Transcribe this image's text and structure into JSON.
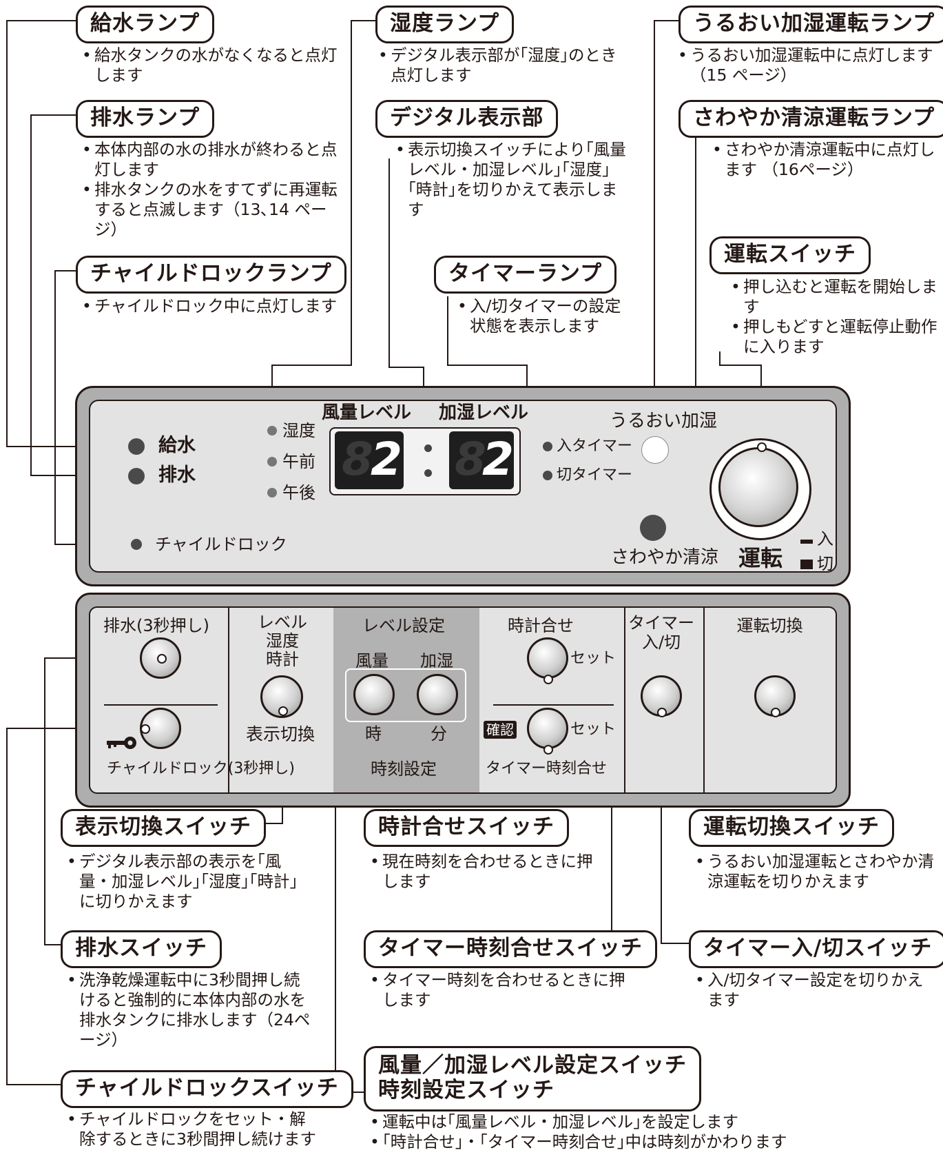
{
  "callouts": {
    "water_supply_lamp": {
      "title": "給水ランプ",
      "lines": [
        "給水タンクの水がなくなると点灯します"
      ]
    },
    "drain_lamp": {
      "title": "排水ランプ",
      "lines": [
        "本体内部の水の排水が終わると点灯します",
        "排水タンクの水をすてずに再運転すると点滅します（13､14 ページ）"
      ]
    },
    "child_lock_lamp": {
      "title": "チャイルドロックランプ",
      "lines": [
        "チャイルドロック中に点灯します"
      ]
    },
    "humidity_lamp": {
      "title": "湿度ランプ",
      "lines": [
        "デジタル表示部が｢湿度｣のとき点灯します"
      ]
    },
    "digital_display": {
      "title": "デジタル表示部",
      "lines": [
        "表示切換スイッチにより｢風量レベル・加湿レベル｣｢湿度｣｢時計｣を切りかえて表示します"
      ]
    },
    "timer_lamp": {
      "title": "タイマーランプ",
      "lines": [
        "入/切タイマーの設定状態を表示します"
      ]
    },
    "uruoi_lamp": {
      "title": "うるおい加湿運転ランプ",
      "lines": [
        "うるおい加湿運転中に点灯します （15 ページ）"
      ]
    },
    "sawayaka_lamp": {
      "title": "さわやか清涼運転ランプ",
      "lines": [
        "さわやか清涼運転中に点灯します （16ページ）"
      ]
    },
    "operation_switch": {
      "title": "運転スイッチ",
      "lines": [
        "押し込むと運転を開始します",
        "押しもどすと運転停止動作に入ります"
      ]
    },
    "display_switch": {
      "title": "表示切換スイッチ",
      "lines": [
        "デジタル表示部の表示を｢風量・加湿レベル｣｢湿度｣｢時計｣に切りかえます"
      ]
    },
    "drain_switch": {
      "title": "排水スイッチ",
      "lines": [
        "洗浄乾燥運転中に3秒間押し続けると強制的に本体内部の水を排水タンクに排水します（24ページ）"
      ]
    },
    "child_lock_switch": {
      "title": "チャイルドロックスイッチ",
      "lines": [
        "チャイルドロックをセット・解除するときに3秒間押し続けます"
      ]
    },
    "clock_switch": {
      "title": "時計合せスイッチ",
      "lines": [
        "現在時刻を合わせるときに押します"
      ]
    },
    "timer_clock_switch": {
      "title": "タイマー時刻合せスイッチ",
      "lines": [
        "タイマー時刻を合わせるときに押します"
      ]
    },
    "level_switch": {
      "title_line1": "風量／加湿レベル設定スイッチ",
      "title_line2": "時刻設定スイッチ",
      "lines": [
        "運転中は｢風量レベル・加湿レベル｣を設定します",
        "｢時計合せ｣・｢タイマー時刻合せ｣中は時刻がかわります"
      ]
    },
    "mode_switch": {
      "title": "運転切換スイッチ",
      "lines": [
        "うるおい加湿運転とさわやか清涼運転を切りかえます"
      ]
    },
    "timer_onoff_switch": {
      "title": "タイマー入/切スイッチ",
      "lines": [
        "入/切タイマー設定を切りかえます"
      ]
    }
  },
  "top_panel": {
    "lamp_water": "給水",
    "lamp_drain": "排水",
    "lamp_child_lock": "チャイルドロック",
    "ind_humidity": "湿度",
    "ind_am": "午前",
    "ind_pm": "午後",
    "display_header_fan": "風量レベル",
    "display_header_humid": "加湿レベル",
    "display_left_digit": "2",
    "display_right_digit": "2",
    "timer_on": "入タイマー",
    "timer_off": "切タイマー",
    "uruoi_label": "うるおい加湿",
    "sawayaka_label": "さわやか清涼",
    "power_label": "運転",
    "power_on": "入",
    "power_off": "切"
  },
  "bottom_panel": {
    "drain_header": "排水(3秒押し)",
    "child_lock_footer": "チャイルドロック(3秒押し)",
    "display_header_l1": "レベル",
    "display_header_l2": "湿度",
    "display_header_l3": "時計",
    "display_footer": "表示切換",
    "level_header": "レベル設定",
    "fan": "風量",
    "humid": "加湿",
    "hour": "時",
    "minute": "分",
    "time_set_footer": "時刻設定",
    "clock_header": "時計合せ",
    "set1": "セット",
    "confirm": "確認",
    "set2": "セット",
    "timer_time_footer": "タイマー時刻合せ",
    "timer_header_l1": "タイマー",
    "timer_header_l2": "入/切",
    "mode_header": "運転切換"
  },
  "colors": {
    "panel_outer": "#aeaeae",
    "panel_inner": "#e3e3e3",
    "shaded_section": "#b2b2b2",
    "display_bg": "#1e1e1e",
    "ink": "#231815"
  }
}
